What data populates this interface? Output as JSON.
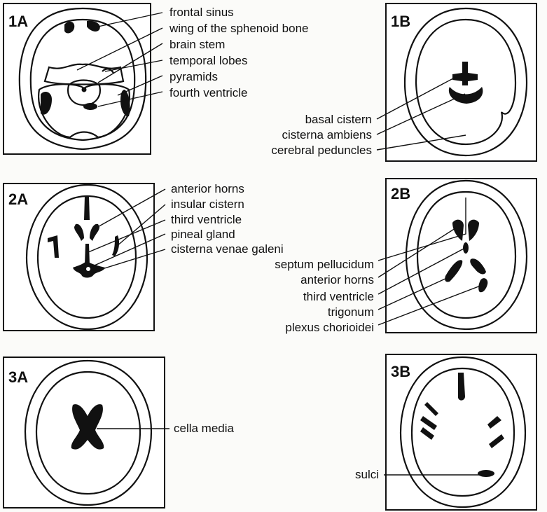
{
  "panels": [
    {
      "id": "1A",
      "labels": [
        "frontal sinus",
        "wing of the sphenoid bone",
        "brain stem",
        "temporal lobes",
        "pyramids",
        "fourth ventricle"
      ]
    },
    {
      "id": "1B",
      "labels": [
        "basal cistern",
        "cisterna ambiens",
        "cerebral peduncles"
      ]
    },
    {
      "id": "2A",
      "labels": [
        "anterior horns",
        "insular cistern",
        "third ventricle",
        "pineal gland",
        "cisterna venae galeni"
      ]
    },
    {
      "id": "2B",
      "labels": [
        "septum pellucidum",
        "anterior horns",
        "third ventricle",
        "trigonum",
        "plexus chorioidei"
      ]
    },
    {
      "id": "3A",
      "labels": [
        "cella media"
      ]
    },
    {
      "id": "3B",
      "labels": [
        "sulci"
      ]
    }
  ]
}
